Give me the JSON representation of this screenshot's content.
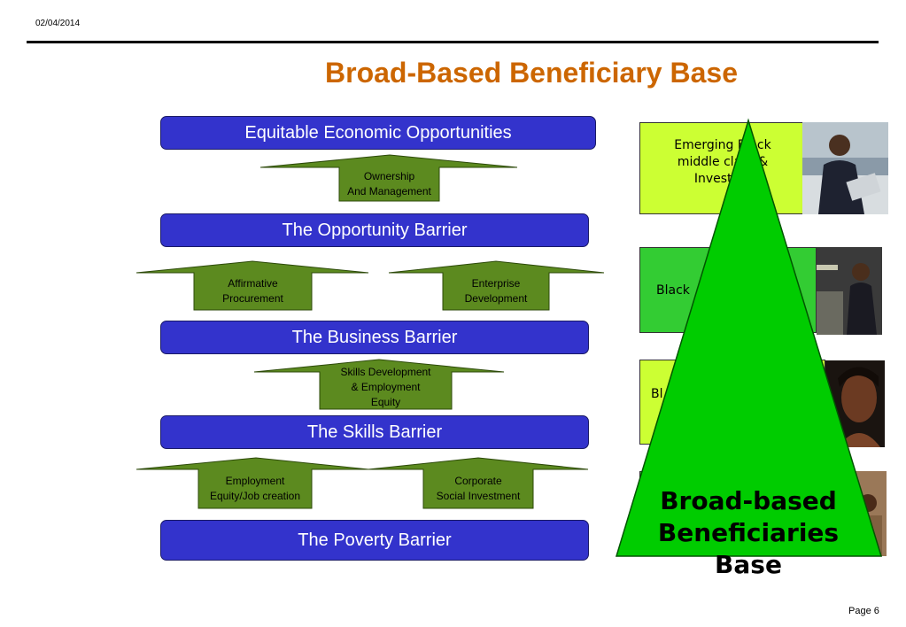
{
  "header": {
    "date": "02/04/2014",
    "title": "Broad-Based Beneficiary Base",
    "title_color": "#cc6600"
  },
  "bars": [
    {
      "label": "Equitable Economic Opportunities"
    },
    {
      "label": "The Opportunity Barrier"
    },
    {
      "label": "The Business Barrier"
    },
    {
      "label": "The Skills Barrier"
    },
    {
      "label": "The Poverty Barrier"
    }
  ],
  "arrows": [
    {
      "label_1": "Ownership",
      "label_2": "And Management"
    },
    {
      "label_1": "Affirmative",
      "label_2": "Procurement"
    },
    {
      "label_1": "Enterprise",
      "label_2": "Development"
    },
    {
      "label_1": "Skills Development",
      "label_2": "& Employment",
      "label_3": "Equity"
    },
    {
      "label_1": "Employment",
      "label_2": "Equity/Job creation"
    },
    {
      "label_1": "Corporate",
      "label_2": "Social Investment"
    }
  ],
  "side_boxes": [
    {
      "text_1": "Emerging Black",
      "text_2": "middle class &",
      "text_3": "Investors",
      "color": "#ccff33"
    },
    {
      "text_1": "Black",
      "color": "#33cc33"
    },
    {
      "text_1": "Bl",
      "color": "#ccff33"
    },
    {
      "text_1": "",
      "color": "#33cc33"
    }
  ],
  "pyramid": {
    "line_1": "Broad-based",
    "line_2": "Beneficiaries",
    "line_3": "Base",
    "color": "#00cc00"
  },
  "footer": {
    "page": "Page 6"
  },
  "colors": {
    "bar_fill": "#3333cc",
    "arrow_fill": "#5c8a1f",
    "accent": "#cc6600"
  }
}
